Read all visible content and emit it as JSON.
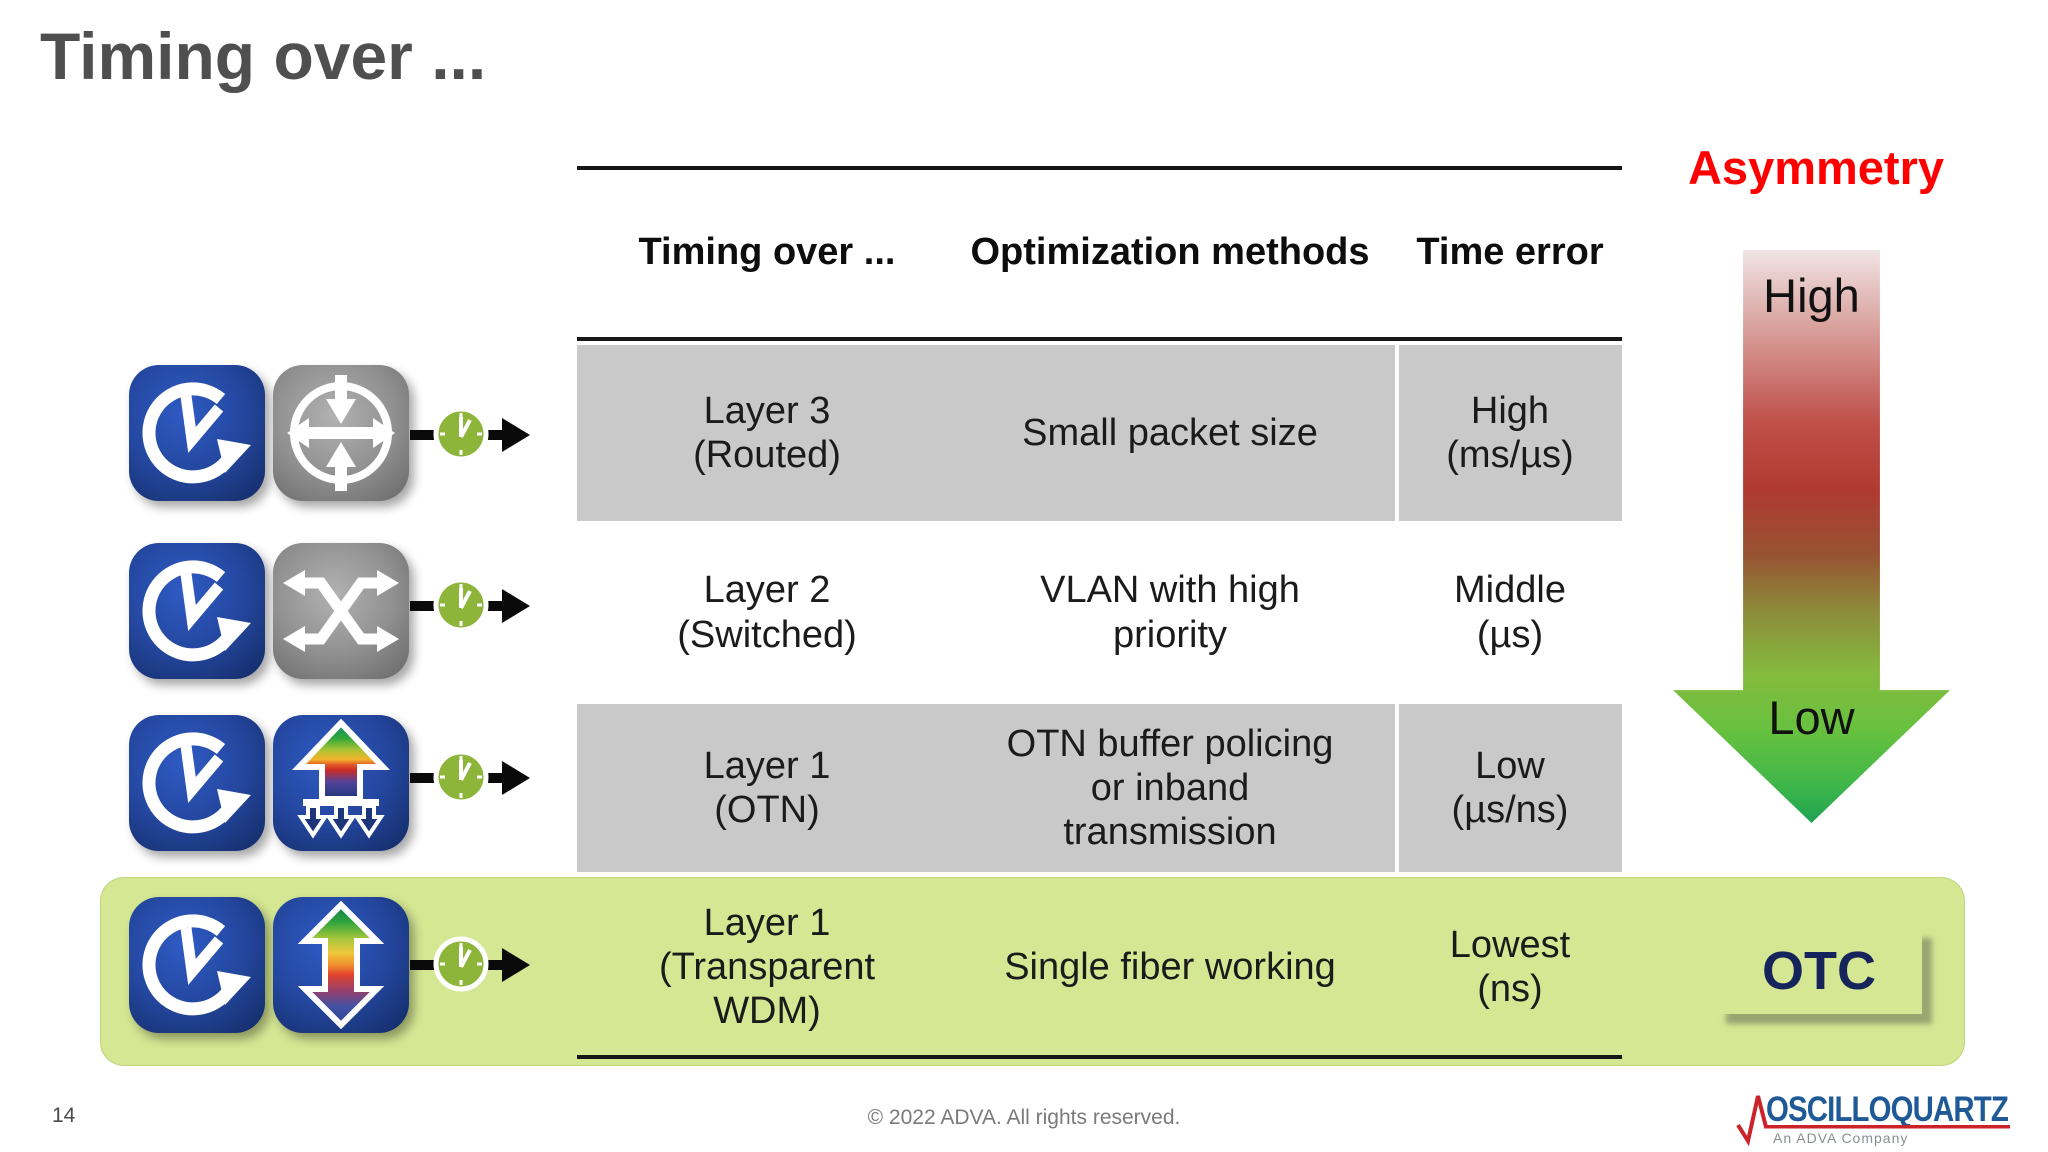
{
  "slide": {
    "title": "Timing over ...",
    "page_number": "14",
    "copyright": "© 2022 ADVA. All rights reserved."
  },
  "table": {
    "headers": {
      "col1": "Timing over ...",
      "col2": "Optimization methods",
      "col3": "Time error"
    },
    "rows": [
      {
        "layer": "Layer 3\n(Routed)",
        "method": "Small packet size",
        "error": "High\n(ms/µs)",
        "highlight": "gray"
      },
      {
        "layer": "Layer 2\n(Switched)",
        "method": "VLAN with high\npriority",
        "error": "Middle\n(µs)",
        "highlight": "white"
      },
      {
        "layer": "Layer 1\n(OTN)",
        "method": "OTN buffer policing\nor inband\ntransmission",
        "error": "Low\n(µs/ns)",
        "highlight": "gray"
      },
      {
        "layer": "Layer 1\n(Transparent\nWDM)",
        "method": "Single fiber working",
        "error": "Lowest\n(ns)",
        "highlight": "green"
      }
    ],
    "colors": {
      "gray_row_background": "#c9c9c9",
      "highlight_row_background": "#d5e793",
      "rule_color": "#161616"
    }
  },
  "asymmetry": {
    "label": "Asymmetry",
    "label_color": "#ff0000",
    "arrow_top_label": "High",
    "arrow_bottom_label": "Low",
    "gradient_top_color": "#b03a30",
    "gradient_bottom_color": "#2eae4e"
  },
  "otc": {
    "label": "OTC",
    "text_color": "#16245c"
  },
  "icon_rows": [
    {
      "icons": [
        "history-clock-icon",
        "router-icon"
      ],
      "represents": "layer3-routed"
    },
    {
      "icons": [
        "history-clock-icon",
        "switch-icon"
      ],
      "represents": "layer2-switched"
    },
    {
      "icons": [
        "history-clock-icon",
        "otn-mux-icon"
      ],
      "represents": "layer1-otn"
    },
    {
      "icons": [
        "history-clock-icon",
        "wdm-icon"
      ],
      "represents": "layer1-transparent-wdm"
    }
  ],
  "logo": {
    "name": "OSCILLOQUARTZ",
    "tagline": "An ADVA Company",
    "text_color": "#1f5a96",
    "accent_color": "#cc2229"
  }
}
